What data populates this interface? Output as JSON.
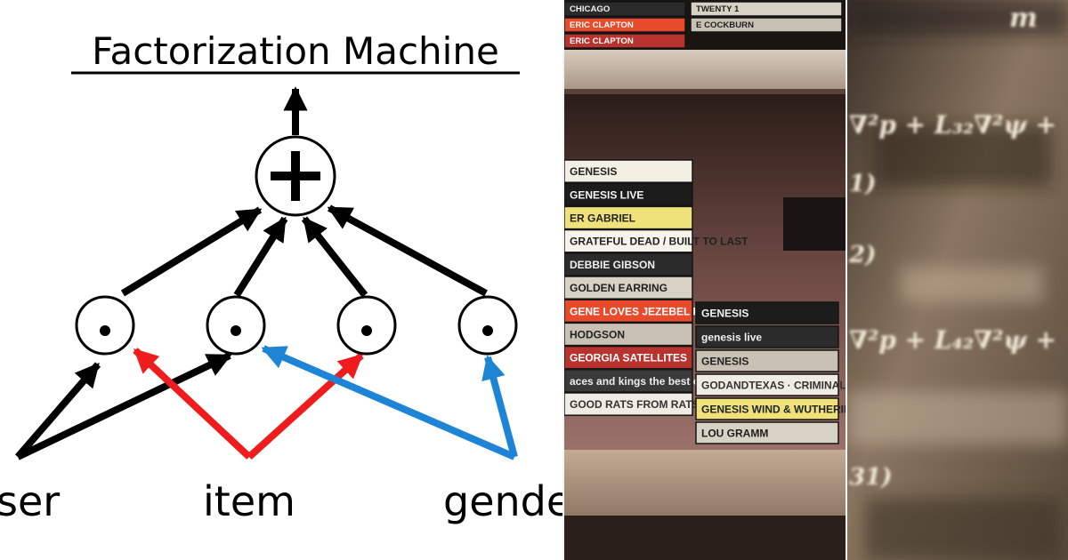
{
  "diagram": {
    "title": "Factorization Machine",
    "plus_symbol": "+",
    "dot_symbol": "•",
    "inputs": [
      "ser",
      "item",
      "gende"
    ],
    "colors": {
      "ink": "#000000",
      "red": "#ee1c1c",
      "blue": "#1e84d6"
    }
  },
  "cassette_shelf": {
    "top_row": [
      "CHICAGO",
      "TWENTY 1",
      "ERIC CLAPTON",
      "E COCKBURN",
      "ERIC CLAPTON"
    ],
    "left_stack": [
      "GENESIS",
      "GENESIS LIVE",
      "ER GABRIEL",
      "GRATEFUL DEAD / BUILT TO LAST",
      "DEBBIE GIBSON",
      "GOLDEN EARRING",
      "GENE LOVES JEZEBEL KISS OF LIFE",
      "HODGSON",
      "GEORGIA SATELLITES",
      "aces and kings the best of go west",
      "GOOD RATS FROM RATS TO RICHES"
    ],
    "right_stack": [
      "GENESIS",
      "genesis live",
      "GENESIS",
      "GODANDTEXAS · CRIMINAL ELEMENT",
      "GENESIS WIND & WUTHERING",
      "LOU GRAMM"
    ]
  },
  "math_background": {
    "fragments": [
      "m",
      "∇²p + L₃₂∇²ψ +",
      "1)",
      "2)",
      "∇²p + L₄₂∇²ψ +",
      "31)"
    ]
  }
}
